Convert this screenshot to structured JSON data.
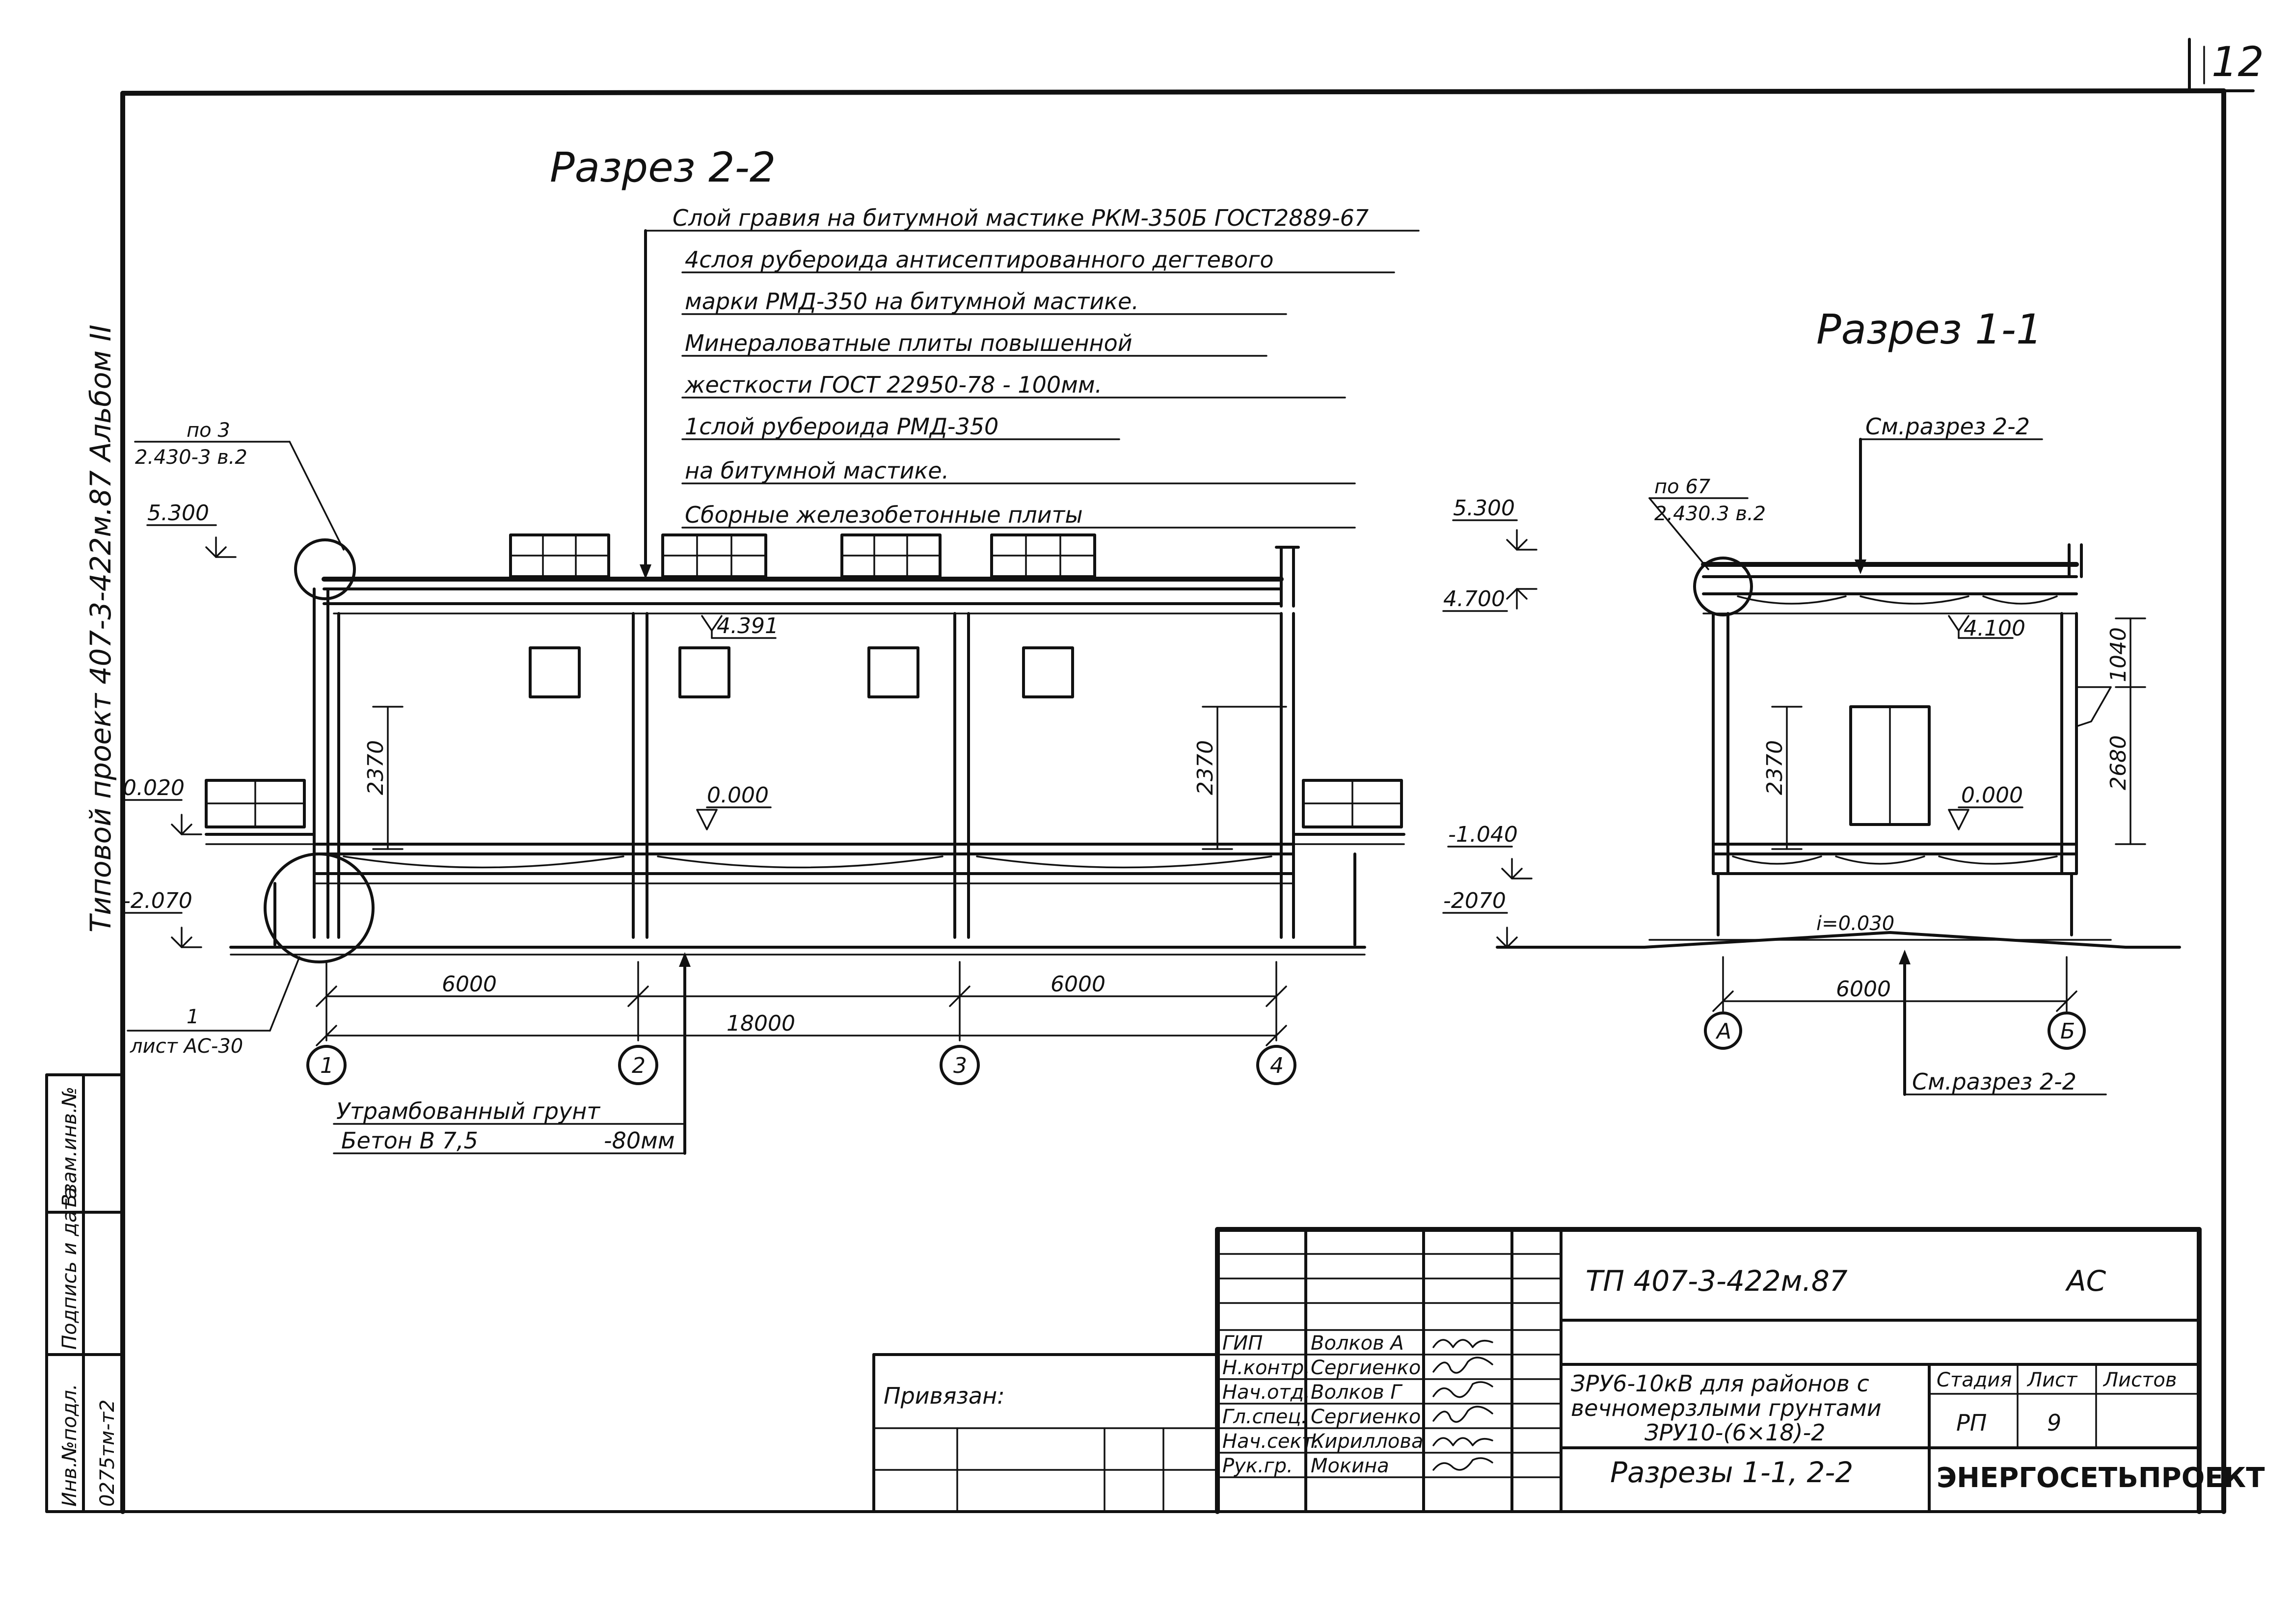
{
  "sheet_number": "12",
  "side_stamp": "Типовой проект 407-3-422м.87 Альбом II",
  "section_22": {
    "title": "Разрез 2-2",
    "roof_layers": [
      "Слой гравия на битумной мастике РКМ-350Б ГОСТ2889-67",
      "4слоя рубероида антисептированного дегтевого",
      "марки РМД-350 на битумной мастике.",
      "Минераловатные плиты повышенной",
      "жесткости ГОСТ 22950-78 - 100мм.",
      "1слой рубероида РМД-350",
      "на битумной мастике.",
      "Сборные железобетонные плиты"
    ],
    "node_ref_1": "по 3",
    "node_ref_2": "2.430-3 в.2",
    "elev_top": "5.300",
    "elev_inner": "4.391",
    "elev_porch": "0.020",
    "elev_floor": "0.000",
    "elev_ground": "-2.070",
    "dim_height_left": "2370",
    "dim_height_right": "2370",
    "dim_span_left": "6000",
    "dim_span_right": "6000",
    "dim_total": "18000",
    "axes": [
      "1",
      "2",
      "3",
      "4"
    ],
    "callout_1": "1",
    "callout_2": "лист АС-30",
    "ground_note_1": "Утрамбованный грунт",
    "ground_note_2": "Бетон В 7,5",
    "ground_note_3": "-80мм"
  },
  "section_11": {
    "title": "Разрез 1-1",
    "see_top": "См.разрез 2-2",
    "see_bottom": "См.разрез 2-2",
    "node_ref_1": "по 67",
    "node_ref_2": "2.430.3 в.2",
    "elev_top": "5.300",
    "elev_second": "4.700",
    "elev_inner": "4.100",
    "elev_floor": "0.000",
    "elev_low": "-1.040",
    "elev_ground": "-2070",
    "slope": "i=0.030",
    "dim_height": "2370",
    "dim_right_top": "1040",
    "dim_right_bottom": "2680",
    "dim_span": "6000",
    "axes": [
      "А",
      "Б"
    ]
  },
  "left_stamp": {
    "col1": "Инв.№подл.",
    "col2": "Подпись и дата",
    "col3": "Взам.инв.№",
    "inv_value": "0275тм-т2"
  },
  "title_block": {
    "code": "ТП 407-3-422м.87",
    "mark": "АС",
    "bound": "Привязан:",
    "roles": [
      "ГИП",
      "Н.контр.",
      "Нач.отд.",
      "Гл.спец.",
      "Нач.сект.",
      "Рук.гр."
    ],
    "names": [
      "Волков А",
      "Сергиенко",
      "Волков Г",
      "Сергиенко",
      "Кириллова",
      "Мокина"
    ],
    "object_name_1": "ЗРУ6-10кВ для районов с",
    "object_name_2": "вечномерзлыми грунтами",
    "object_name_3": "ЗРУ10-(6×18)-2",
    "sheet_title": "Разрезы 1-1, 2-2",
    "h_stage": "Стадия",
    "h_sheet": "Лист",
    "h_sheets": "Листов",
    "stage": "РП",
    "sheet": "9",
    "org": "ЭНЕРГОСЕТЬПРОЕКТ"
  }
}
